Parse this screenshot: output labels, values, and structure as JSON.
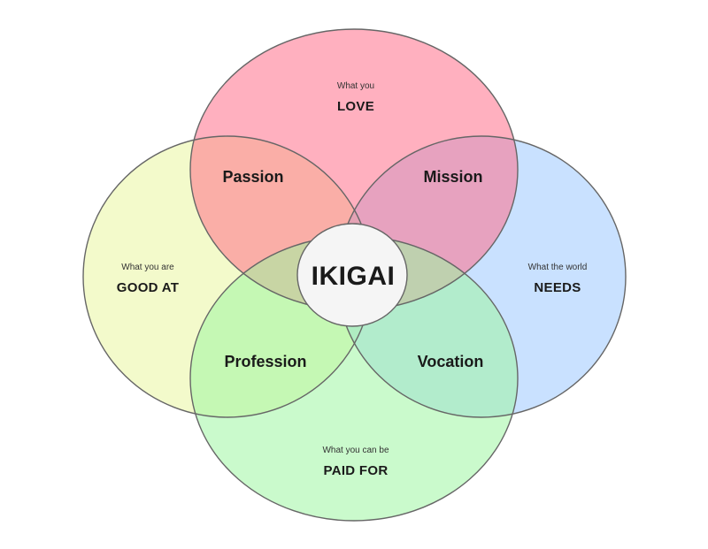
{
  "circles": {
    "love": {
      "prefix": "What you",
      "label": "LOVE",
      "color": "#ff6f8a"
    },
    "good_at": {
      "prefix": "What you are",
      "label": "GOOD AT",
      "color": "#e9f5a0"
    },
    "needs": {
      "prefix": "What the world",
      "label": "NEEDS",
      "color": "#9cc9ff"
    },
    "paid": {
      "prefix": "What you can be",
      "label": "PAID FOR",
      "color": "#9ff5a3"
    }
  },
  "regions": {
    "passion": "Passion",
    "mission": "Mission",
    "profession": "Profession",
    "vocation": "Vocation"
  },
  "center": {
    "label": "IKIGAI",
    "color": "#f5f5f5"
  },
  "colors": {
    "outline": "#666666",
    "text": "#1a1a1a"
  }
}
